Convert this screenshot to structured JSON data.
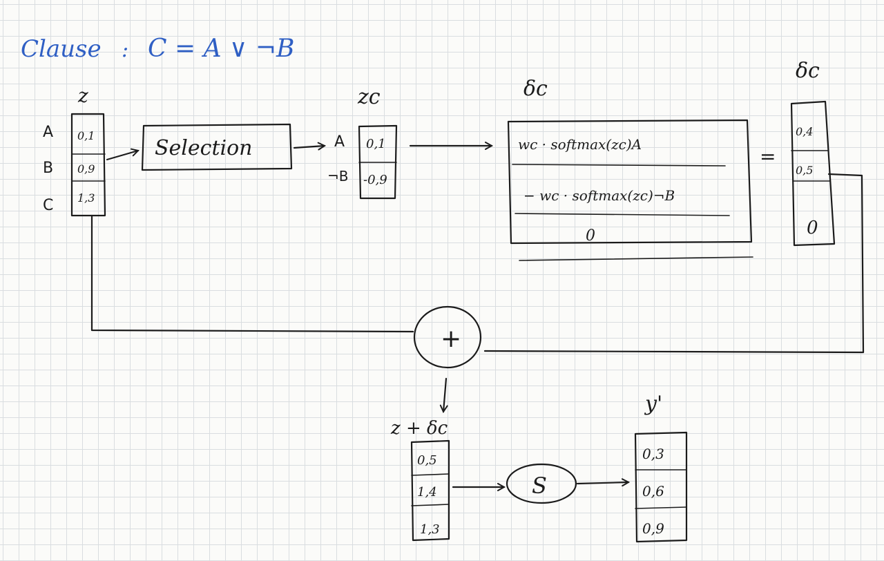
{
  "title": {
    "label": "Clause",
    "sep": ":",
    "formula": "C = A ∨ ¬B"
  },
  "z": {
    "header": "z",
    "rows": [
      {
        "label": "A",
        "value": "0,1"
      },
      {
        "label": "B",
        "value": "0,9"
      },
      {
        "label": "C",
        "value": "1,3"
      }
    ]
  },
  "selection": {
    "label": "Selection"
  },
  "zc": {
    "header": "zc",
    "rows": [
      {
        "label": "A",
        "value": "0,1"
      },
      {
        "label": "¬B",
        "value": "-0,9"
      }
    ]
  },
  "delta_box": {
    "header": "δc",
    "line1": "wc · softmax(zc)A",
    "line2": "− wc · softmax(zc)¬B",
    "line3": "0"
  },
  "equals": "=",
  "delta": {
    "header": "δc",
    "values": [
      "0,4",
      "0,5",
      "0"
    ]
  },
  "plus": {
    "symbol": "+"
  },
  "sum": {
    "header": "z + δc",
    "values": [
      "0,5",
      "1,4",
      "1,3"
    ]
  },
  "sigma": {
    "symbol": "S"
  },
  "y": {
    "header": "y'",
    "values": [
      "0,3",
      "0,6",
      "0,9"
    ]
  }
}
